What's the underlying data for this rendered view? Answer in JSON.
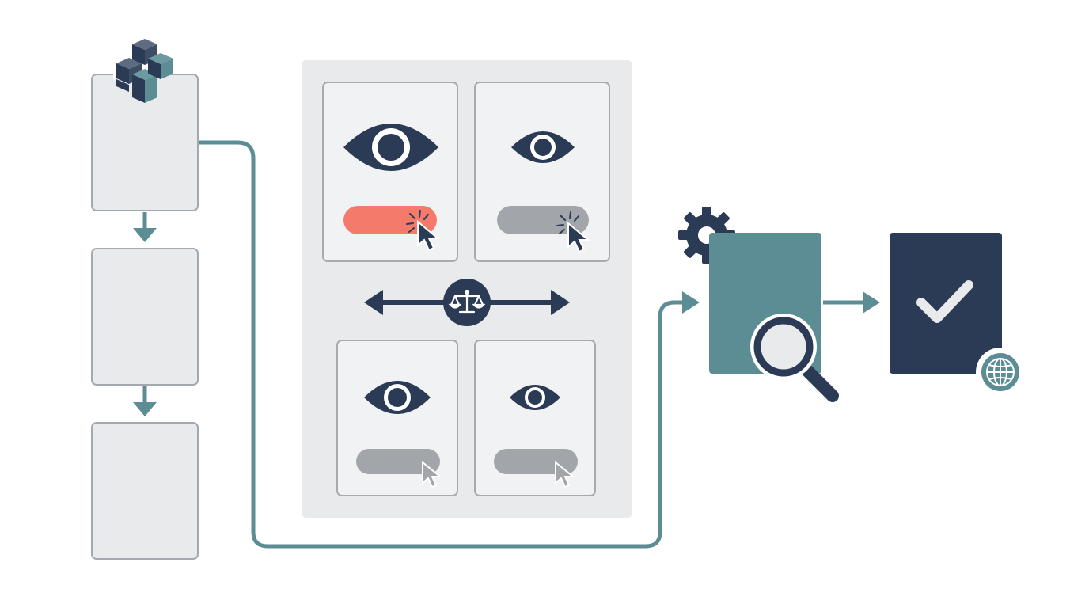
{
  "colors": {
    "navy": "#2b3a55",
    "teal": "#5c8d94",
    "panel_bg": "#e8eaec",
    "panel_border": "#a3a9ae",
    "card_bg": "#f1f2f3",
    "card_border": "#a6abaf",
    "coral": "#f47b6b",
    "gray_button": "#a2a6ab",
    "white": "#ffffff"
  },
  "icons": {
    "stack": "cubes-stack-icon",
    "gear": "gear-icon",
    "scale": "balance-scale-icon",
    "eye": "eye-icon",
    "cursor": "cursor-pointer-icon",
    "magnifier": "magnifier-icon",
    "check": "checkmark-icon",
    "globe": "globe-icon"
  },
  "comparison_grid": {
    "cards": [
      {
        "id": "variant-a",
        "button_state": "highlighted"
      },
      {
        "id": "variant-b",
        "button_state": "muted"
      },
      {
        "id": "variant-c",
        "button_state": "muted"
      },
      {
        "id": "variant-d",
        "button_state": "muted"
      }
    ]
  }
}
